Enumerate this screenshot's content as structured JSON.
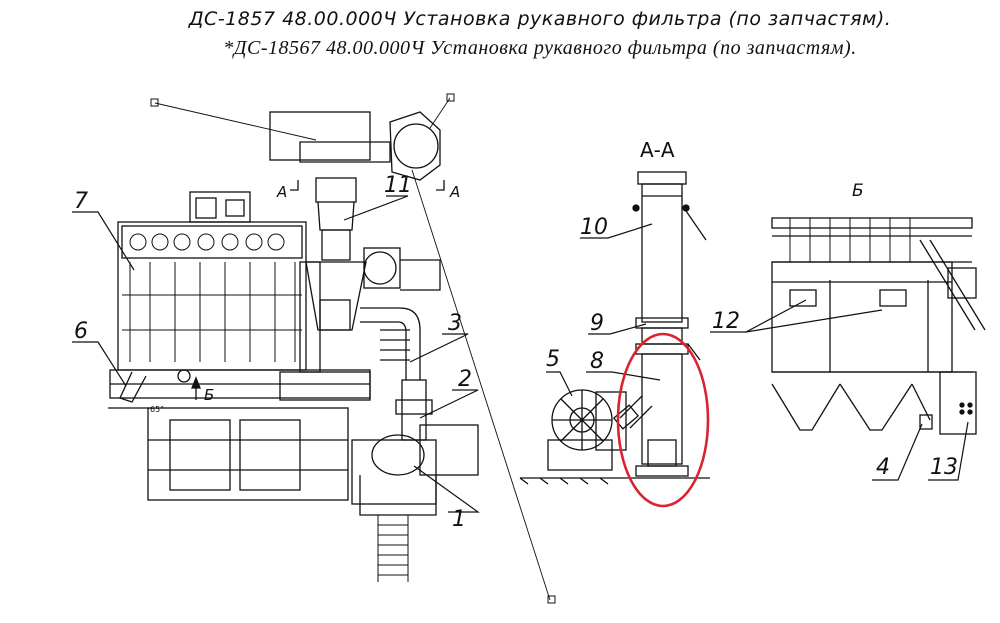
{
  "title_line_1": "ДС-1857 48.00.000Ч Установка рукавного фильтра  (по запчастям).",
  "title_line_2": "*ДС-18567 48.00.000Ч Установка рукавного фильтра (по запчастям).",
  "section_labels": {
    "section_aa": "А-А",
    "view_b": "Б",
    "mark_a_left": "А",
    "mark_a_right": "А",
    "mark_b": "Б",
    "angle": "65°"
  },
  "callouts": [
    "1",
    "2",
    "3",
    "4",
    "5",
    "6",
    "7",
    "8",
    "9",
    "10",
    "11",
    "12",
    "13"
  ],
  "colors": {
    "line": "#111111",
    "highlight": "#d9232e"
  }
}
